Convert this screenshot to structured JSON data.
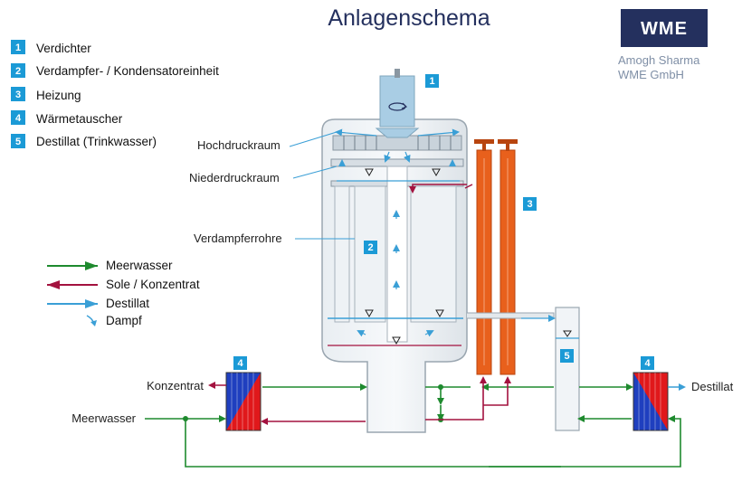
{
  "title": "Anlagenschema",
  "components": [
    {
      "num": "1",
      "label": "Verdichter"
    },
    {
      "num": "2",
      "label": "Verdampfer- / Kondensatoreinheit"
    },
    {
      "num": "3",
      "label": "Heizung"
    },
    {
      "num": "4",
      "label": "Wärmetauscher"
    },
    {
      "num": "5",
      "label": "Destillat (Trinkwasser)"
    }
  ],
  "flow_legend": [
    {
      "label": "Meerwasser",
      "color": "#1e8a2e"
    },
    {
      "label": "Sole / Konzentrat",
      "color": "#a3123f"
    },
    {
      "label": "Destillat",
      "color": "#3a9fd6"
    },
    {
      "label": "Dampf",
      "color": "#3a9fd6"
    }
  ],
  "callouts": {
    "hochdruck": "Hochdruckraum",
    "niederdruck": "Niederdruckraum",
    "verdampferrohre": "Verdampferrohre"
  },
  "flows": {
    "konzentrat": "Konzentrat",
    "meerwasser": "Meerwasser",
    "destillat": "Destillat"
  },
  "badges": {
    "compressor": "1",
    "evaporator": "2",
    "heater": "3",
    "hx_left": "4",
    "hx_right": "4",
    "distillate_tank": "5"
  },
  "logo": {
    "text": "WME"
  },
  "author": {
    "name": "Amogh Sharma",
    "company": "WME GmbH"
  },
  "colors": {
    "badge": "#1b9ad6",
    "seawater": "#1e8a2e",
    "brine": "#a3123f",
    "distillate": "#3a9fd6",
    "heater": "#e8601c",
    "hx_blue": "#1f3fbf",
    "hx_red": "#e0181b",
    "logo_bg": "#24305e"
  }
}
